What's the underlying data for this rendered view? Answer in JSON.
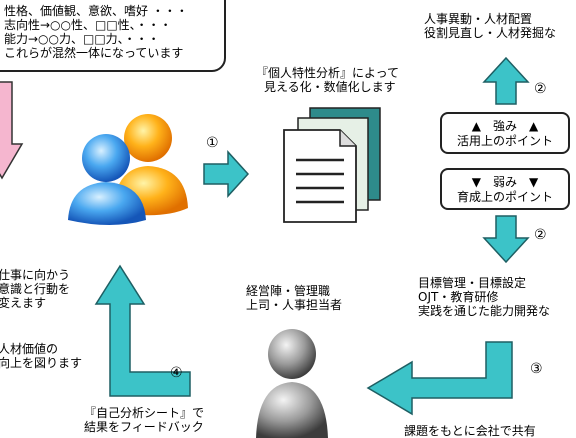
{
  "callout": {
    "lines": [
      "性格、価値観、意欲、嗜好 ・・・",
      "志向性→○○性、□□性、・・・",
      "能力→○○力、□□力、・・・",
      "これらが混然一体になっています"
    ]
  },
  "left_text": {
    "behavior": [
      "仕事に向かう",
      "意識と行動を",
      "変えます"
    ],
    "value": [
      "人材価値の",
      "向上を図ります"
    ]
  },
  "center_text": {
    "analysis": [
      "『個人特性分析』によって",
      "見える化・数値化します"
    ],
    "management": [
      "経営陣・管理職",
      "上司・人事担当者"
    ],
    "feedback": [
      "『自己分析シート』で",
      "結果をフィードバック"
    ]
  },
  "right_text": {
    "hr": [
      "人事異動・人材配置",
      "役割見直し・人材発掘な"
    ],
    "goals": [
      "目標管理・目標設定",
      "OJT・教育研修",
      "実践を通じた能力開発な"
    ],
    "bottom": "課題をもとに会社で共有"
  },
  "boxes": {
    "strength": {
      "line1": "▲　強み　▲",
      "line2": "活用上のポイント"
    },
    "weakness": {
      "line1": "▼　弱み　▼",
      "line2": "育成上のポイント"
    }
  },
  "steps": {
    "s1": "①",
    "s2a": "②",
    "s2b": "②",
    "s3": "③",
    "s4": "④"
  },
  "colors": {
    "arrow_fill": "#3cc3c8",
    "arrow_stroke": "#1e5f63",
    "pink_arrow": "#f5b6cf"
  }
}
